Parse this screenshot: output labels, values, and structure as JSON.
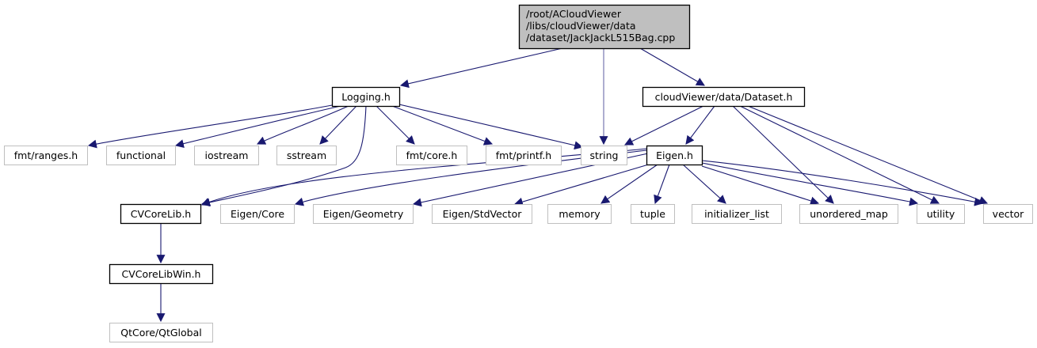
{
  "graph": {
    "title": "Include dependency graph",
    "colors": {
      "edge": "#191970",
      "root_fill": "#bfbfbf",
      "documented_border": "#000000",
      "external_border": "#bfbfbf"
    },
    "nodes": [
      {
        "id": "root",
        "lines": [
          "/root/ACloudViewer",
          "/libs/cloudViewer/data",
          "/dataset/JackJackL515Bag.cpp"
        ],
        "kind": "root"
      },
      {
        "id": "logging",
        "lines": [
          "Logging.h"
        ],
        "kind": "documented"
      },
      {
        "id": "dataset_h",
        "lines": [
          "cloudViewer/data/Dataset.h"
        ],
        "kind": "documented"
      },
      {
        "id": "fmt_ranges",
        "lines": [
          "fmt/ranges.h"
        ],
        "kind": "external"
      },
      {
        "id": "functional",
        "lines": [
          "functional"
        ],
        "kind": "external"
      },
      {
        "id": "iostream",
        "lines": [
          "iostream"
        ],
        "kind": "external"
      },
      {
        "id": "sstream",
        "lines": [
          "sstream"
        ],
        "kind": "external"
      },
      {
        "id": "fmt_core",
        "lines": [
          "fmt/core.h"
        ],
        "kind": "external"
      },
      {
        "id": "fmt_printf",
        "lines": [
          "fmt/printf.h"
        ],
        "kind": "external"
      },
      {
        "id": "string",
        "lines": [
          "string"
        ],
        "kind": "external"
      },
      {
        "id": "eigen_h",
        "lines": [
          "Eigen.h"
        ],
        "kind": "documented"
      },
      {
        "id": "cvcorelib",
        "lines": [
          "CVCoreLib.h"
        ],
        "kind": "documented"
      },
      {
        "id": "eigen_core",
        "lines": [
          "Eigen/Core"
        ],
        "kind": "external"
      },
      {
        "id": "eigen_geometry",
        "lines": [
          "Eigen/Geometry"
        ],
        "kind": "external"
      },
      {
        "id": "eigen_stdvector",
        "lines": [
          "Eigen/StdVector"
        ],
        "kind": "external"
      },
      {
        "id": "memory",
        "lines": [
          "memory"
        ],
        "kind": "external"
      },
      {
        "id": "tuple",
        "lines": [
          "tuple"
        ],
        "kind": "external"
      },
      {
        "id": "initializer_list",
        "lines": [
          "initializer_list"
        ],
        "kind": "external"
      },
      {
        "id": "unordered_map",
        "lines": [
          "unordered_map"
        ],
        "kind": "external"
      },
      {
        "id": "utility",
        "lines": [
          "utility"
        ],
        "kind": "external"
      },
      {
        "id": "vector",
        "lines": [
          "vector"
        ],
        "kind": "external"
      },
      {
        "id": "cvcorelibwin",
        "lines": [
          "CVCoreLibWin.h"
        ],
        "kind": "documented"
      },
      {
        "id": "qtglobal",
        "lines": [
          "QtCore/QtGlobal"
        ],
        "kind": "external"
      }
    ],
    "edges": [
      {
        "from": "root",
        "to": "logging"
      },
      {
        "from": "root",
        "to": "string"
      },
      {
        "from": "root",
        "to": "dataset_h"
      },
      {
        "from": "logging",
        "to": "fmt_ranges"
      },
      {
        "from": "logging",
        "to": "functional"
      },
      {
        "from": "logging",
        "to": "iostream"
      },
      {
        "from": "logging",
        "to": "sstream"
      },
      {
        "from": "logging",
        "to": "cvcorelib"
      },
      {
        "from": "logging",
        "to": "fmt_core"
      },
      {
        "from": "logging",
        "to": "fmt_printf"
      },
      {
        "from": "logging",
        "to": "string"
      },
      {
        "from": "dataset_h",
        "to": "string"
      },
      {
        "from": "dataset_h",
        "to": "eigen_h"
      },
      {
        "from": "dataset_h",
        "to": "unordered_map"
      },
      {
        "from": "dataset_h",
        "to": "utility"
      },
      {
        "from": "dataset_h",
        "to": "vector"
      },
      {
        "from": "eigen_h",
        "to": "cvcorelib"
      },
      {
        "from": "eigen_h",
        "to": "eigen_core"
      },
      {
        "from": "eigen_h",
        "to": "eigen_geometry"
      },
      {
        "from": "eigen_h",
        "to": "eigen_stdvector"
      },
      {
        "from": "eigen_h",
        "to": "memory"
      },
      {
        "from": "eigen_h",
        "to": "tuple"
      },
      {
        "from": "eigen_h",
        "to": "initializer_list"
      },
      {
        "from": "eigen_h",
        "to": "unordered_map"
      },
      {
        "from": "eigen_h",
        "to": "utility"
      },
      {
        "from": "eigen_h",
        "to": "vector"
      },
      {
        "from": "cvcorelib",
        "to": "cvcorelibwin"
      },
      {
        "from": "cvcorelibwin",
        "to": "qtglobal"
      }
    ]
  }
}
